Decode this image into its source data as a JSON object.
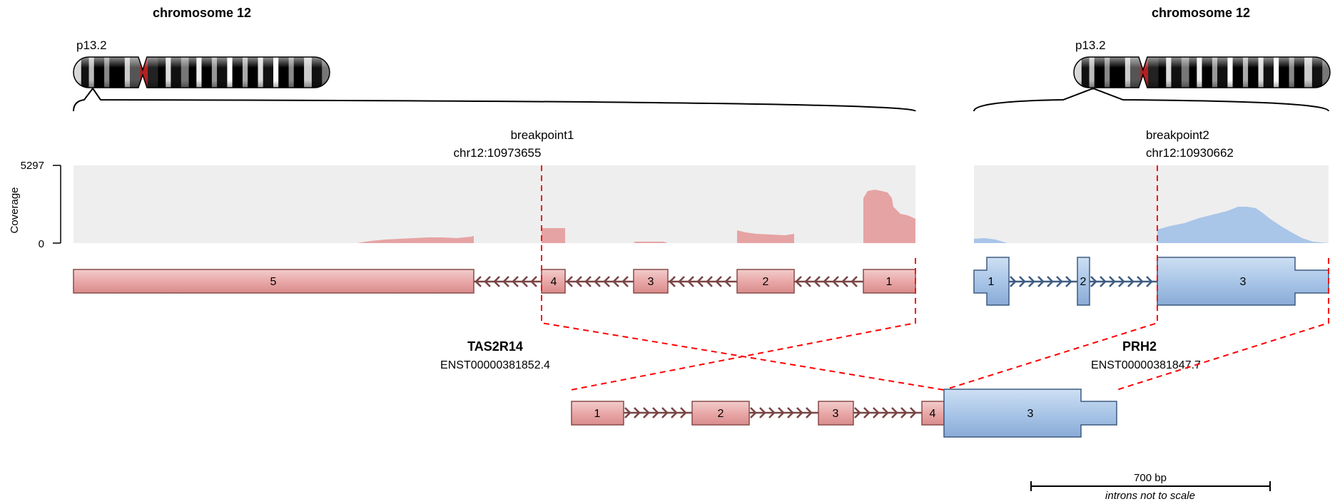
{
  "colors": {
    "red_fill": "#e8a5a5",
    "red_fill_light": "#f2cccc",
    "red_stroke": "#8a4a4a",
    "red_intron": "#7a4545",
    "blue_fill": "#a6c3e6",
    "blue_fill_light": "#cddff3",
    "blue_stroke": "#3d5a80",
    "blue_intron": "#3f5d82",
    "coverage_bg": "#eeeeee",
    "coverage_red": "#e6a3a3",
    "coverage_blue": "#a9c5e8",
    "breakpoint": "#ff0000"
  },
  "left": {
    "chromosome_title": "chromosome 12",
    "band_label": "p13.2",
    "breakpoint_label": "breakpoint1",
    "breakpoint_coord": "chr12:10973655",
    "gene_name": "TAS2R14",
    "transcript": "ENST00000381852.4",
    "exons": [
      "5",
      "4",
      "3",
      "2",
      "1"
    ],
    "strand": "minus"
  },
  "right": {
    "chromosome_title": "chromosome 12",
    "band_label": "p13.2",
    "breakpoint_label": "breakpoint2",
    "breakpoint_coord": "chr12:10930662",
    "gene_name": "PRH2",
    "transcript": "ENST00000381847.7",
    "exons": [
      "1",
      "2",
      "3"
    ],
    "strand": "plus"
  },
  "coverage": {
    "axis_label": "Coverage",
    "max_label": "5297",
    "min_label": "0",
    "max_value": 5297,
    "min_value": 0
  },
  "fusion": {
    "exons": [
      "1",
      "2",
      "3",
      "4",
      "3"
    ]
  },
  "scale_bar": {
    "label": "700 bp",
    "note": "introns not to scale"
  }
}
